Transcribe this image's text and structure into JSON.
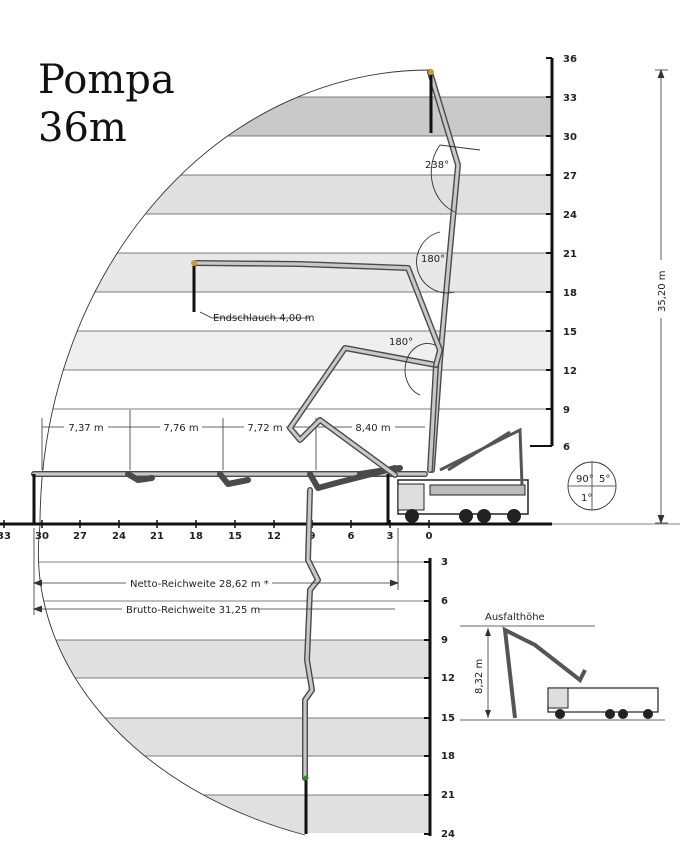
{
  "title_line1": "Pompa",
  "title_line2": "36m",
  "upper_height_scale": [
    "36",
    "33",
    "30",
    "27",
    "24",
    "21",
    "18",
    "15",
    "12",
    "9",
    "6"
  ],
  "lower_depth_scale": [
    "3",
    "6",
    "9",
    "12",
    "15",
    "18",
    "21",
    "24"
  ],
  "horizontal_scale": [
    "33",
    "30",
    "27",
    "24",
    "21",
    "18",
    "15",
    "12",
    "9",
    "6",
    "3",
    "0"
  ],
  "section_lengths": [
    "7,37 m",
    "7,76 m",
    "7,72 m",
    "8,40 m"
  ],
  "max_height": "35,20 m",
  "end_hose": "Endschlauch 4,00 m",
  "joint_angles": [
    "238°",
    "180°",
    "180°"
  ],
  "net_reach": "Netto-Reichweite  28,62 m *",
  "gross_reach": "Brutto-Reichweite  31,25 m",
  "outrigger_angles": [
    "90°",
    "5°",
    "1°"
  ],
  "unfolding_height_label": "Ausfalthöhe",
  "unfolding_height": "8,32 m",
  "colors": {
    "band_dark": "#c9c9c9",
    "band_light": "#e8e8e8",
    "boom": "#4a4a4a",
    "boom_fill": "#c8c8c8"
  }
}
